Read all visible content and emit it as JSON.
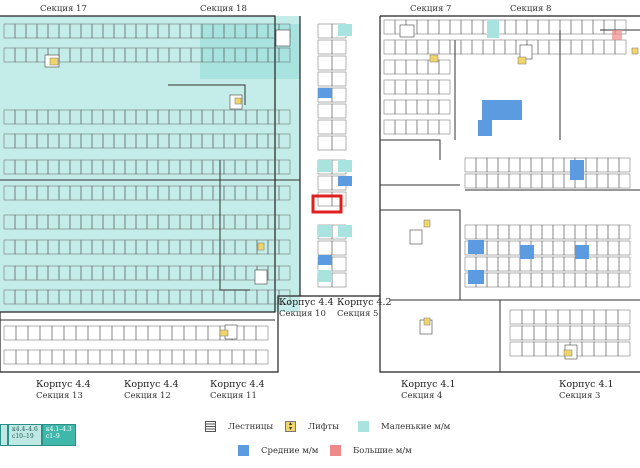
{
  "sections_top": {
    "s17": "Секция 17",
    "s18": "Секция 18",
    "s7": "Секция 7",
    "s8": "Секция 8"
  },
  "blocks_middle": {
    "b44_name": "Корпус 4.4",
    "b44_section": "Секция 10",
    "b42_name": "Корпус 4.2",
    "b42_section": "Секция 5"
  },
  "blocks_bottom": [
    {
      "name": "Корпус 4.4",
      "section": "Секция 13"
    },
    {
      "name": "Корпус 4.4",
      "section": "Секция 12"
    },
    {
      "name": "Корпус 4.4",
      "section": "Секция 11"
    },
    {
      "name": "Корпус 4.1",
      "section": "Секция 4"
    },
    {
      "name": "Корпус 4.1",
      "section": "Секция 3"
    }
  ],
  "legend": {
    "stairs": "Лестницы",
    "lifts": "Лифты",
    "small": "Маленькие м/м",
    "medium": "Средние м/м",
    "large": "Большие м/м"
  },
  "minimap": {
    "a_line1": "к4.4–4.6",
    "a_line2": "с10–19",
    "b_line1": "к4.1–4.3",
    "b_line2": "с1–9"
  },
  "colors": {
    "small_zone": "#c4ece8",
    "small_spot": "#a8e3df",
    "medium_spot": "#5c9be0",
    "large_spot": "#ee8a8a",
    "lift": "#f0d56a",
    "highlight": "#e0201e"
  }
}
